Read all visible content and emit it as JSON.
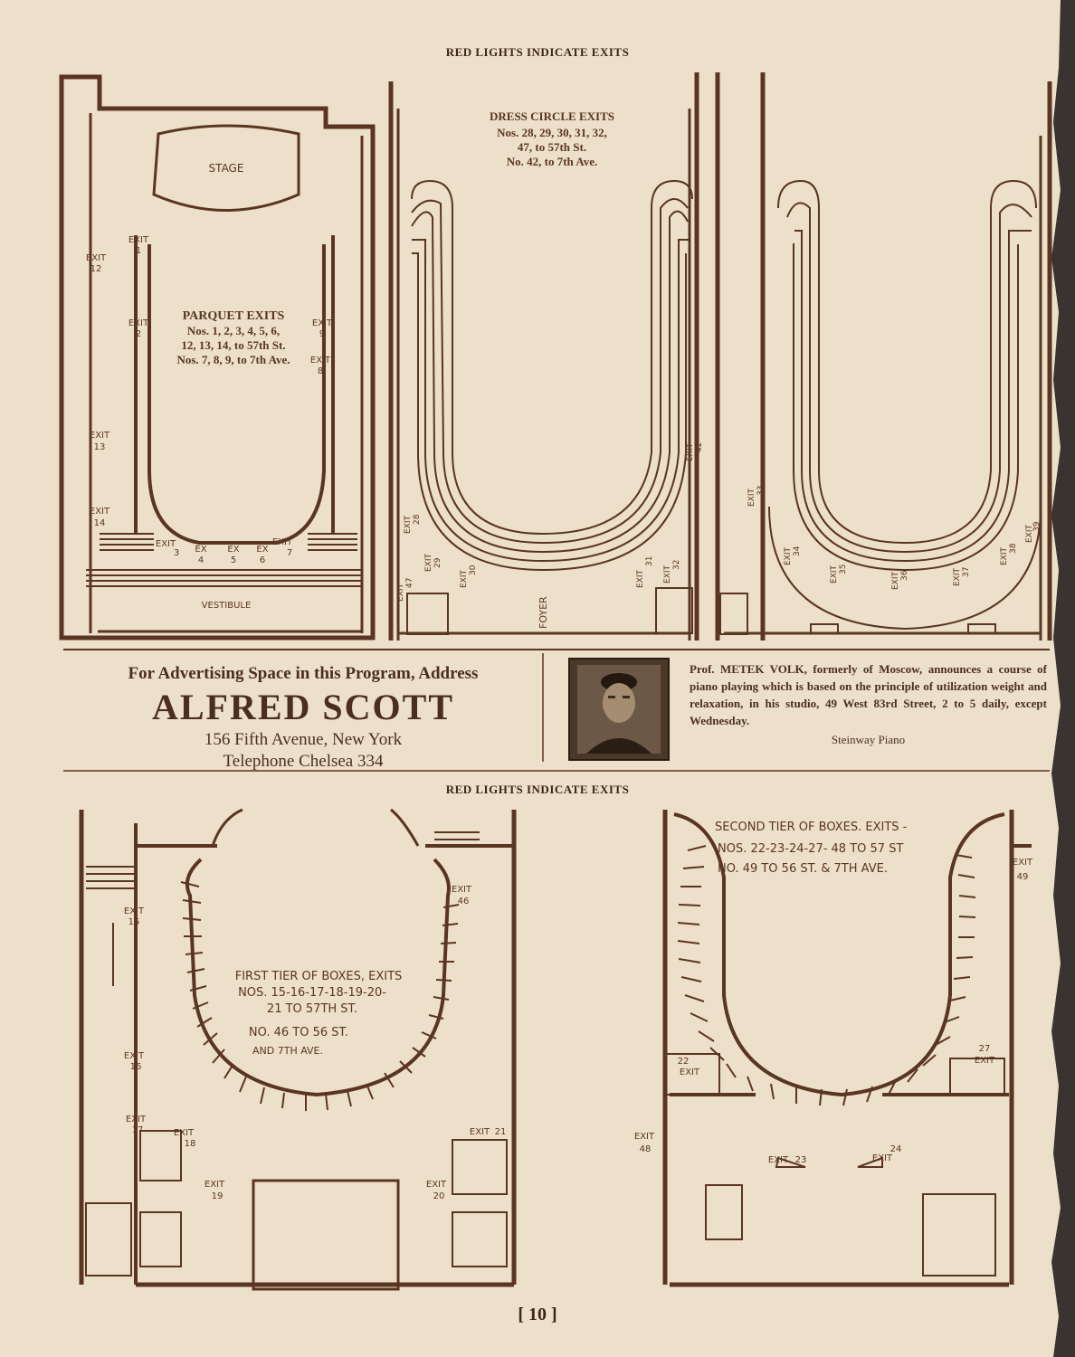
{
  "banner_top": "RED LIGHTS INDICATE EXITS",
  "banner_middle": "RED LIGHTS INDICATE EXITS",
  "parquet": {
    "stage": "STAGE",
    "vestibule": "VESTIBULE",
    "title": "PARQUET EXITS",
    "line1": "Nos. 1, 2, 3, 4, 5, 6,",
    "line2": "12, 13, 14, to 57th St.",
    "line3": "Nos. 7, 8, 9, to 7th Ave.",
    "exit_word": "EXIT",
    "ex_word": "EX",
    "exits": [
      "1",
      "2",
      "3",
      "4",
      "5",
      "6",
      "7",
      "8",
      "9",
      "12",
      "13",
      "14"
    ]
  },
  "dress_circle": {
    "title": "DRESS CIRCLE EXITS",
    "line1": "Nos. 28, 29, 30, 31, 32,",
    "line2": "47, to 57th St.",
    "line3": "No. 42, to 7th Ave.",
    "foyer": "FOYER",
    "exits": [
      "28",
      "29",
      "30",
      "31",
      "32",
      "42",
      "47"
    ]
  },
  "balcony": {
    "exits": [
      "33",
      "34",
      "35",
      "36",
      "37",
      "38",
      "39"
    ]
  },
  "advertising": {
    "line1": "For Advertising Space in this Program, Address",
    "name": "ALFRED SCOTT",
    "address": "156 Fifth Avenue, New York",
    "phone": "Telephone Chelsea 334"
  },
  "volk_ad": {
    "prefix": "Prof.",
    "name": "METEK VOLK,",
    "body": "formerly of Moscow, announces a course of piano playing which is based on the principle of utilization weight and relaxation, in his studio, 49 West 83rd Street, 2 to 5 daily, except Wednesday.",
    "signature": "Steinway Piano"
  },
  "first_tier": {
    "line1": "FIRST TIER OF BOXES, EXITS",
    "line2": "NOS. 15-16-17-18-19-20-",
    "line3": "21 TO 57TH ST.",
    "line4": "NO. 46 TO 56 ST.",
    "line5": "AND 7TH AVE.",
    "exits": [
      "15",
      "16",
      "17",
      "18",
      "19",
      "20",
      "21",
      "46"
    ]
  },
  "second_tier": {
    "line1": "SECOND TIER OF BOXES. EXITS -",
    "line2": "NOS. 22-23-24-27- 48 TO 57 ST",
    "line3": "NO. 49 TO 56 ST. & 7TH AVE.",
    "exits": [
      "22",
      "23",
      "24",
      "27",
      "48",
      "49"
    ]
  },
  "page_number": "[ 10 ]",
  "colors": {
    "paper": "#ede0cb",
    "ink": "#5a3522"
  }
}
